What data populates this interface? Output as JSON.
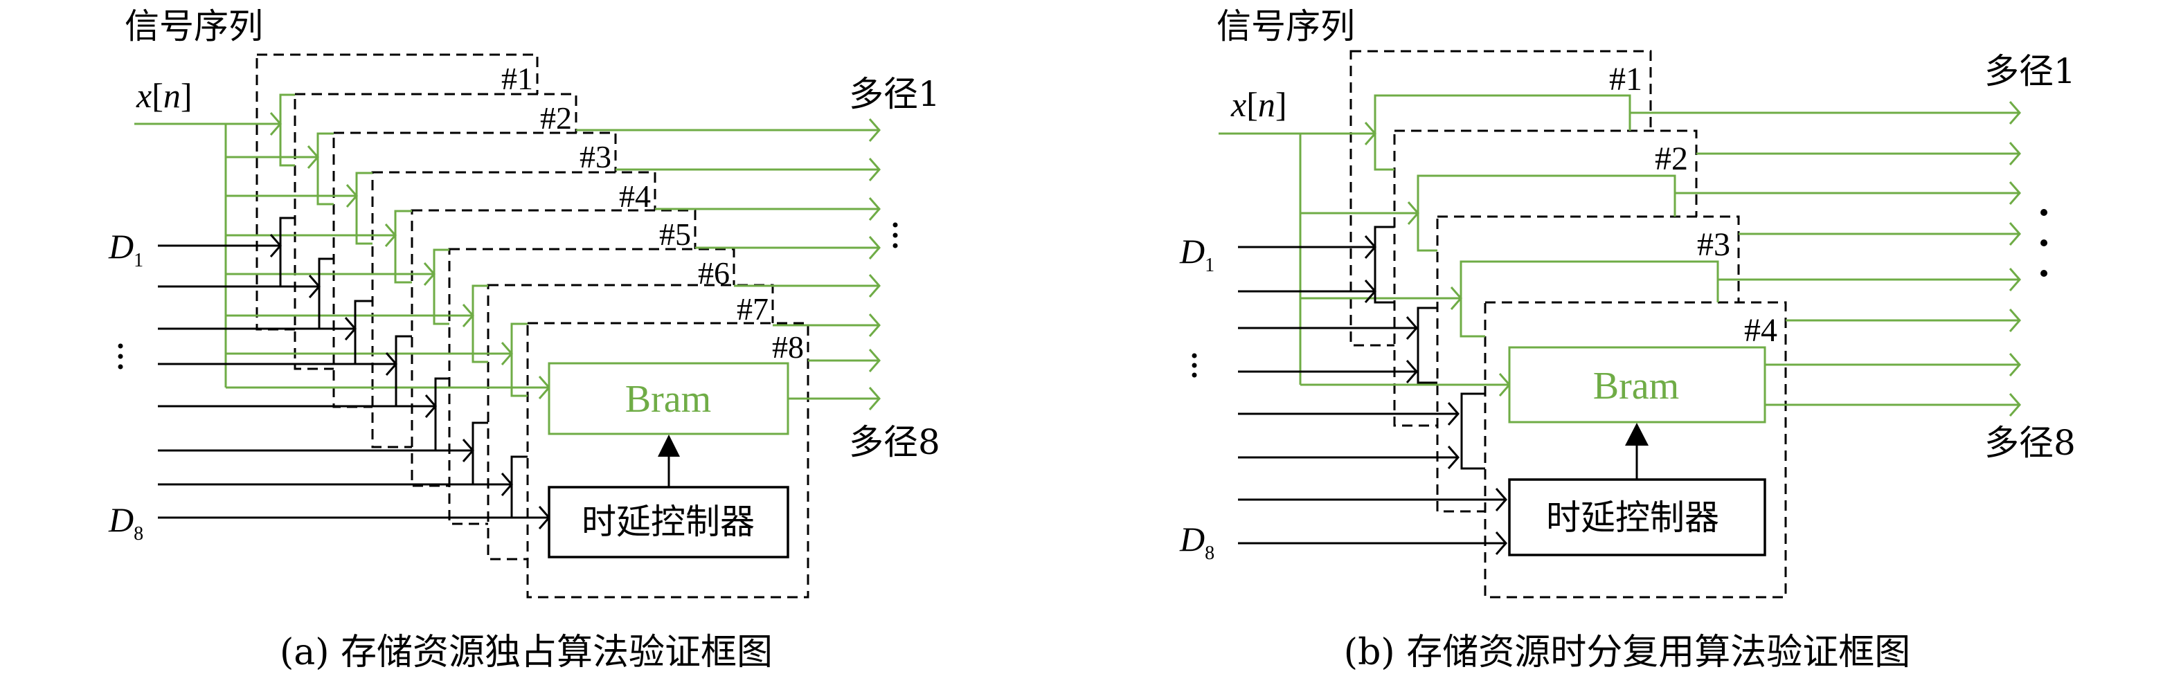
{
  "colors": {
    "signal_green": "#6fac46",
    "line_black": "#000000",
    "background": "#ffffff"
  },
  "panels": [
    {
      "id": "a",
      "signal_sequence_label": "信号序列",
      "input_label": "x[n]",
      "input_label_var": "x",
      "input_label_idx": "n",
      "delay_labels": {
        "first_main": "D",
        "first_sub": "1",
        "last_main": "D",
        "last_sub": "8"
      },
      "left_ellipsis": "⋮",
      "right_ellipsis": "⋮",
      "output_first_label": "多径1",
      "output_last_label": "多径8",
      "bram_label": "Bram",
      "controller_label": "时延控制器",
      "box_labels": [
        "#1",
        "#2",
        "#3",
        "#4",
        "#5",
        "#6",
        "#7",
        "#8"
      ],
      "caption": "(a) 存储资源独占算法验证框图",
      "num_delay_inputs": 8,
      "num_outputs": 8
    },
    {
      "id": "b",
      "signal_sequence_label": "信号序列",
      "input_label": "x[n]",
      "input_label_var": "x",
      "input_label_idx": "n",
      "delay_labels": {
        "first_main": "D",
        "first_sub": "1",
        "last_main": "D",
        "last_sub": "8"
      },
      "left_ellipsis": "⋮",
      "right_ellipsis": "⋮",
      "output_first_label": "多径1",
      "output_last_label": "多径8",
      "bram_label": "Bram",
      "controller_label": "时延控制器",
      "box_labels": [
        "#1",
        "#2",
        "#3",
        "#4"
      ],
      "caption": "(b) 存储资源时分复用算法验证框图",
      "num_delay_inputs": 8,
      "num_outputs": 8
    }
  ]
}
